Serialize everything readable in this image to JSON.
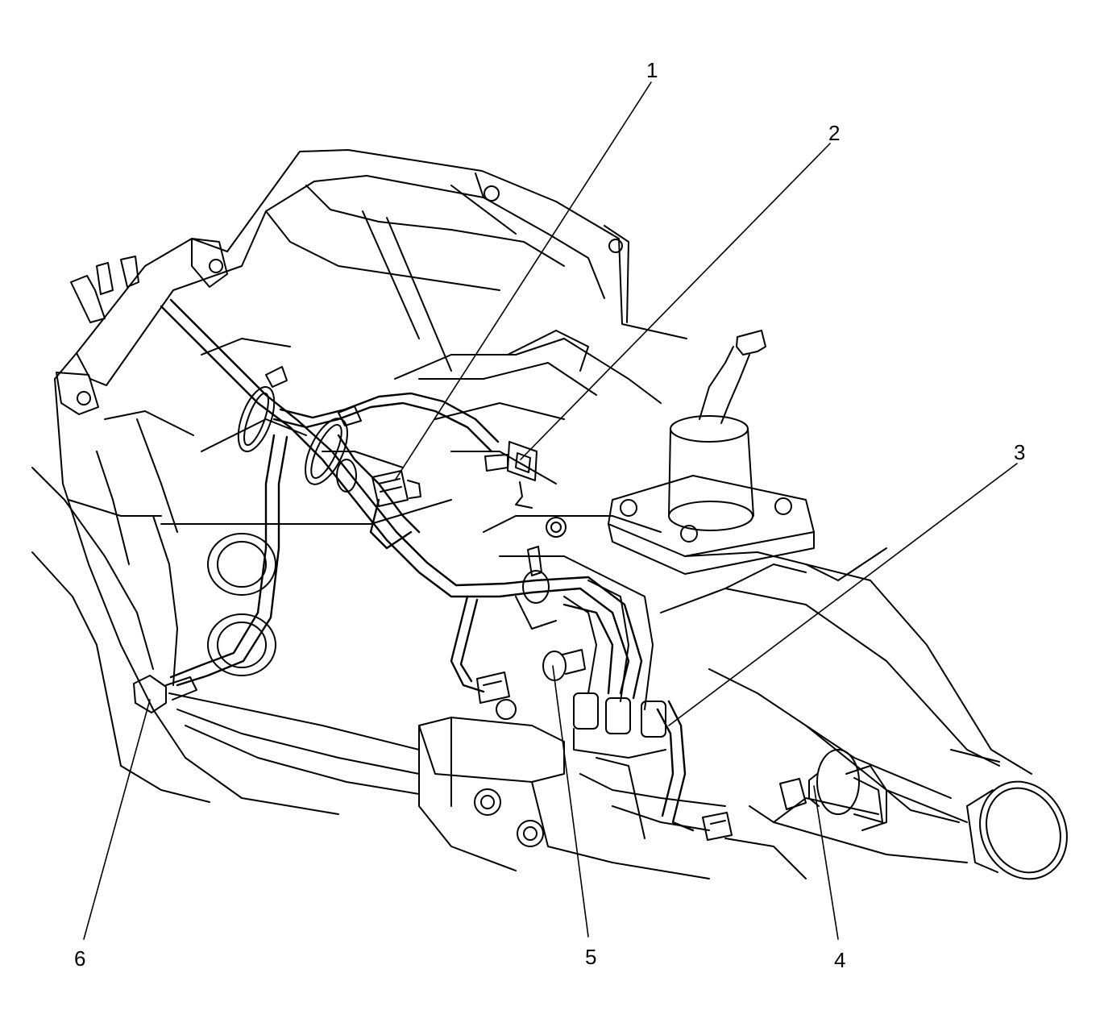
{
  "diagram": {
    "colors": {
      "ink": "#000000",
      "paper": "#ffffff"
    },
    "callouts": [
      {
        "id": "c1",
        "label": "1"
      },
      {
        "id": "c2",
        "label": "2"
      },
      {
        "id": "c3",
        "label": "3"
      },
      {
        "id": "c4",
        "label": "4"
      },
      {
        "id": "c5",
        "label": "5"
      },
      {
        "id": "c6",
        "label": "6"
      }
    ]
  }
}
